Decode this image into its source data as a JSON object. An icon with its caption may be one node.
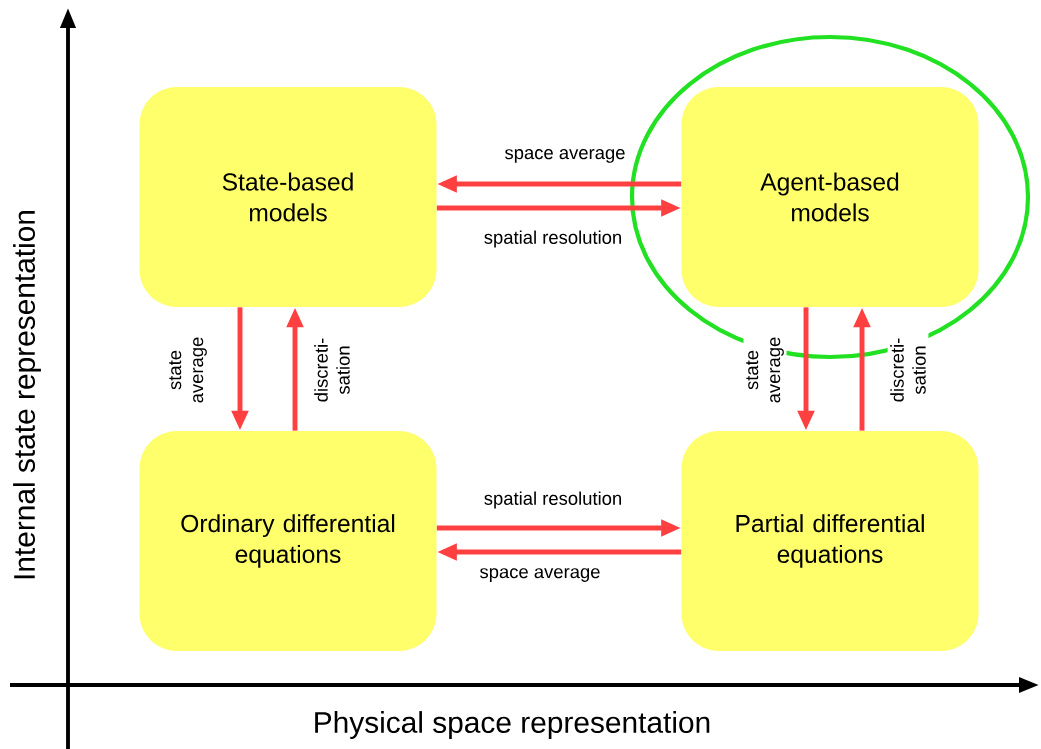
{
  "diagram": {
    "nodes": [
      {
        "text": [
          "State-based models"
        ]
      },
      {
        "text": [
          "Agent-based models"
        ]
      },
      {
        "text": [
          "Ordinary differential equations"
        ]
      },
      {
        "text": [
          "Partial differential equations"
        ]
      }
    ],
    "edges": [
      {
        "from": 1,
        "to": 0,
        "arrow": "to",
        "label": "space average"
      },
      {
        "from": 0,
        "to": 1,
        "arrow": "to",
        "label": "spatial resolution"
      },
      {
        "from": 0,
        "to": 2,
        "arrow": "to",
        "label": "state average"
      },
      {
        "from": 2,
        "to": 0,
        "arrow": "to",
        "label": "discreti-sation"
      },
      {
        "from": 2,
        "to": 3,
        "arrow": "to",
        "label": "spatial resolution"
      },
      {
        "from": 3,
        "to": 2,
        "arrow": "to",
        "label": "space average"
      },
      {
        "from": 1,
        "to": 3,
        "arrow": "to",
        "label": "state average"
      },
      {
        "from": 3,
        "to": 1,
        "arrow": "to",
        "label": "discreti-sation"
      }
    ],
    "labels": [
      "Internal state representation",
      "Physical space representation"
    ]
  }
}
